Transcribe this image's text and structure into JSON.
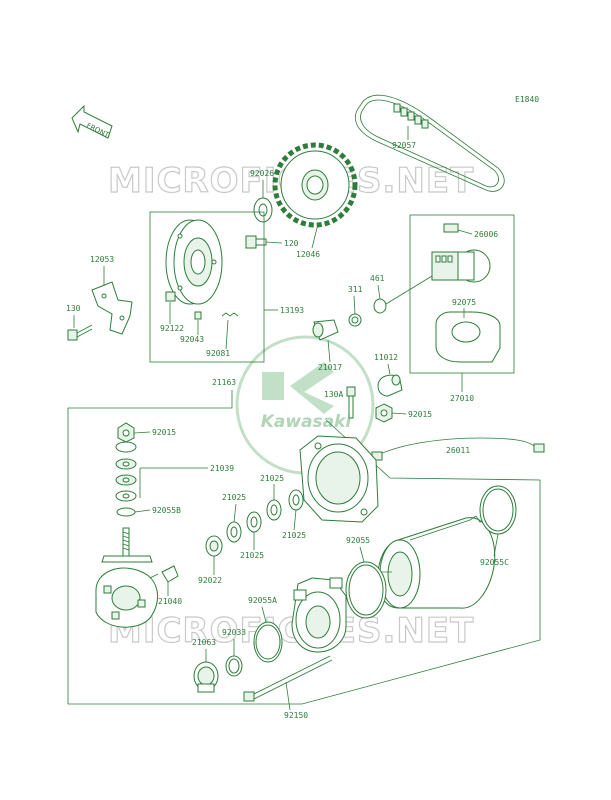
{
  "diagram_code": "E1840",
  "front_label": "FRONT",
  "watermark_text": "MICROFICHES.NET",
  "logo_text": "Kawasaki",
  "colors": {
    "line": "#2e7d3a",
    "watermark": "#c9c9c9",
    "logo": "#8fc49a"
  },
  "parts": {
    "p92057": "92057",
    "p92026": "92026",
    "p120": "120",
    "p12046": "12046",
    "p26006": "26006",
    "p12053": "12053",
    "p461": "461",
    "p311": "311",
    "p92075": "92075",
    "p130a": "130",
    "p92122": "92122",
    "p13193": "13193",
    "p92043": "92043",
    "p92081": "92081",
    "p21017": "21017",
    "p11012": "11012",
    "p21163": "21163",
    "p130A": "130A",
    "p92015a": "92015",
    "p27010": "27010",
    "p92015b": "92015",
    "p26011": "26011",
    "p21039": "21039",
    "p21025a": "21025",
    "p21025b": "21025",
    "p21025c": "21025",
    "p21025d": "21025",
    "p92055B": "92055B",
    "p92055": "92055",
    "p92055C": "92055C",
    "p92022": "92022",
    "p21040": "21040",
    "p92055A": "92055A",
    "p21063": "21063",
    "p92033": "92033",
    "p92150": "92150"
  }
}
